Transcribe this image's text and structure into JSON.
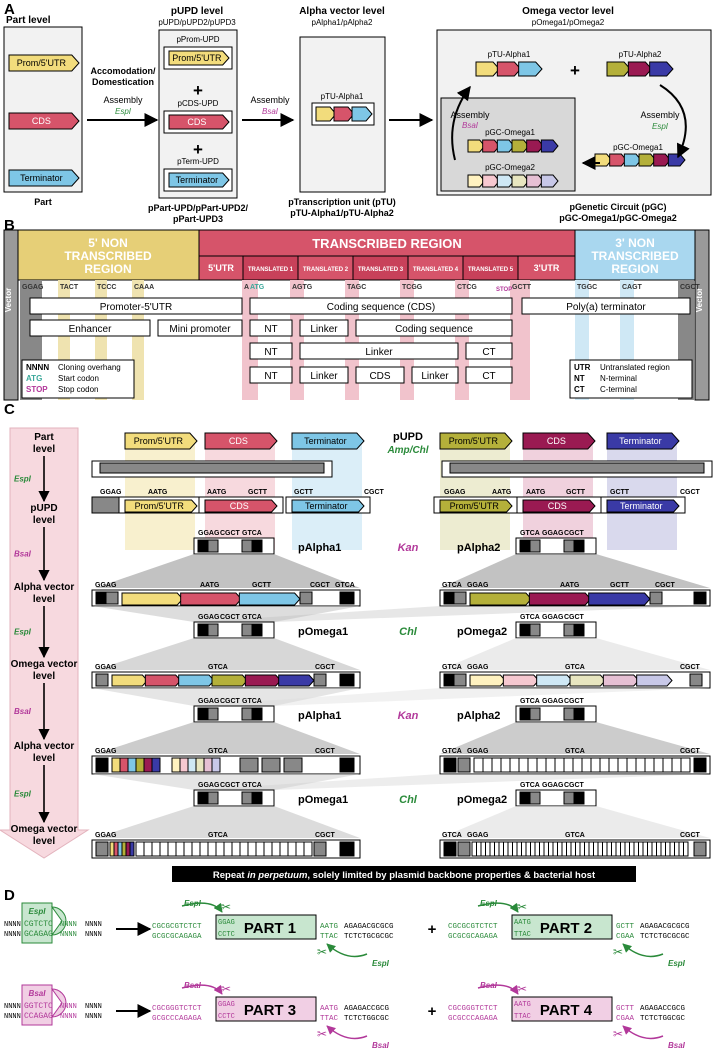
{
  "colors": {
    "prom": "#f2dc7c",
    "cds": "#d6546a",
    "term": "#7ec6e6",
    "prom2": "#b4b03a",
    "cds2": "#9a1a52",
    "term2": "#3a3aa6",
    "esp": "#2a8a3a",
    "bsa": "#b2389a",
    "five_ntr": "#e6cf77",
    "tr": "#d6546a",
    "three_ntr": "#a9d7ef",
    "arrow_pink": "#f7d9df",
    "gray": "#888888",
    "dark": "#444444"
  },
  "panel_a": {
    "letter": "A",
    "part_level": "Part level",
    "part_items": [
      "Prom/5'UTR",
      "CDS",
      "Terminator"
    ],
    "part_caption": "Part",
    "accom": "Accomodation/\nDomestication",
    "assembly1": "Assembly",
    "enzyme1": "EspI",
    "pupd_title": "pUPD level",
    "pupd_sub": "pUPD/pUPD2/pUPD3",
    "pupd_labels": [
      "pProm-UPD",
      "pCDS-UPD",
      "pTerm-UPD"
    ],
    "pupd_caption": "pPart-UPD/pPart-UPD2/\npPart-UPD3",
    "assembly2": "Assembly",
    "enzyme2": "BsaI",
    "alpha_title": "Alpha vector level",
    "alpha_sub": "pAlpha1/pAlpha2",
    "alpha_inner": "pTU-Alpha1",
    "alpha_caption": "pTranscription unit (pTU)\npTU-Alpha1/pTU-Alpha2",
    "omega_title": "Omega vector level",
    "omega_sub": "pOmega1/pOmega2",
    "omega_tu1": "pTU-Alpha1",
    "omega_tu2": "pTU-Alpha2",
    "plus": "+",
    "assembly3": "Assembly",
    "enzyme3": "EspI",
    "gc_omega1": "pGC-Omega1",
    "gc_omega2": "pGC-Omega2",
    "assembly4": "Assembly",
    "enzyme4": "BsaI",
    "omega_caption": "pGenetic Circuit (pGC)\npGC-Omega1/pGC-Omega2"
  },
  "panel_b": {
    "letter": "B",
    "vector": "Vector",
    "five_ntr": "5' NON\nTRANSCRIBED\nREGION",
    "transcribed": "TRANSCRIBED REGION",
    "three_ntr": "3' NON\nTRANSCRIBED\nREGION",
    "subheads": [
      "5'UTR",
      "TRANSLATED 1",
      "TRANSLATED 2",
      "TRANSLATED 3",
      "TRANSLATED 4",
      "TRANSLATED 5",
      "3'UTR"
    ],
    "overhangs": [
      "GGAG",
      "TACT",
      "TCCC",
      "CAAA",
      "A",
      "ATG",
      "AGTG",
      "TAGC",
      "TCGG",
      "CTCG",
      "STOP",
      "GCTT",
      "TGGC",
      "CAGT",
      "CGCT"
    ],
    "row1": [
      "Promoter-5'UTR",
      "Coding sequence (CDS)",
      "Poly(a) terminator"
    ],
    "row2": [
      "Enhancer",
      "Mini promoter",
      "NT",
      "Linker",
      "Coding sequence"
    ],
    "row3": [
      "NT",
      "Linker",
      "CT"
    ],
    "row4": [
      "NT",
      "Linker",
      "CDS",
      "Linker",
      "CT"
    ],
    "atg": "ATG",
    "stop": "STOP",
    "legend1": [
      [
        "NNNN",
        "Cloning overhang"
      ],
      [
        "ATG",
        "Start codon"
      ],
      [
        "STOP",
        "Stop codon"
      ]
    ],
    "legend2": [
      [
        "UTR",
        "Untranslated region"
      ],
      [
        "NT",
        "N-terminal"
      ],
      [
        "CT",
        "C-terminal"
      ]
    ]
  },
  "panel_c": {
    "letter": "C",
    "levels": [
      "Part\nlevel",
      "pUPD\nlevel",
      "Alpha vector\nlevel",
      "Omega vector\nlevel",
      "Alpha vector\nlevel",
      "Omega vector\nlevel"
    ],
    "enzymes": [
      "EspI",
      "BsaI",
      "EspI",
      "BsaI",
      "EspI"
    ],
    "parts": [
      "Prom/5'UTR",
      "CDS",
      "Terminator"
    ],
    "pupd": "pUPD",
    "pupd_res": "Amp/Chl",
    "palpha1": "pAlpha1",
    "palpha2": "pAlpha2",
    "kan": "Kan",
    "pomega1": "pOmega1",
    "pomega2": "pOmega2",
    "chl": "Chl",
    "oh_ggag": "GGAG",
    "oh_aatg": "AATG",
    "oh_gctt": "GCTT",
    "oh_cgct": "CGCT",
    "oh_gtca": "GTCA",
    "repeat_pre": "Repeat ",
    "repeat_it": "in perpetuum",
    "repeat_post": ", solely limited by plasmid backbone properties & bacterial host"
  },
  "panel_d": {
    "letter": "D",
    "esp_enzyme": "EspI",
    "esp_site_top": "CGTCTC",
    "esp_site_bot": "GCAGAG",
    "bsa_enzyme": "BsaI",
    "bsa_site_top": "GGTCTC",
    "bsa_site_bot": "CCAGAG",
    "nnnn": "NNNN",
    "part1": "PART 1",
    "part2": "PART 2",
    "part3": "PART 3",
    "part4": "PART 4",
    "p1_left_top": "CGCGCGTCTCT",
    "p1_left_bot": "GCGCGCAGAGA",
    "p1_oh_top": "GGAG",
    "p1_oh_bot": "CCTC",
    "p1_right_top": "AATG",
    "p1_right_bot": "TTAC",
    "p1_tail_top": "AGAGACGCGCG",
    "p1_tail_bot": "TCTCTGCGCGC",
    "p2_oh_top": "AATG",
    "p2_oh_bot": "TTAC",
    "p2_right_top": "GCTT",
    "p2_right_bot": "CGAA",
    "p3_left_top": "CGCGGGTCTCT",
    "p3_left_bot": "GCGCCCAGAGA",
    "p3_tail_top": "AGAGACCGCG",
    "p3_tail_bot": "TCTCTGGCGC",
    "plus": "+"
  }
}
